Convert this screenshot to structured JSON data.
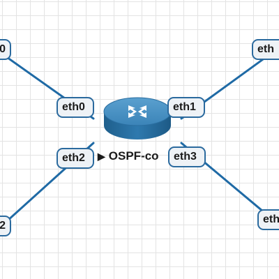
{
  "topology": {
    "node": {
      "name": "OSPF-co",
      "device_type": "router",
      "expand_icon": "triangle-right-icon",
      "color": "#2a6ea0"
    },
    "interfaces": [
      {
        "label": "eth0"
      },
      {
        "label": "eth1"
      },
      {
        "label": "eth2"
      },
      {
        "label": "eth3"
      }
    ],
    "remote_interfaces": [
      {
        "label": "0"
      },
      {
        "label": "eth"
      },
      {
        "label": "2"
      },
      {
        "label": "eth"
      }
    ],
    "link_color": "#1f6aa5"
  }
}
